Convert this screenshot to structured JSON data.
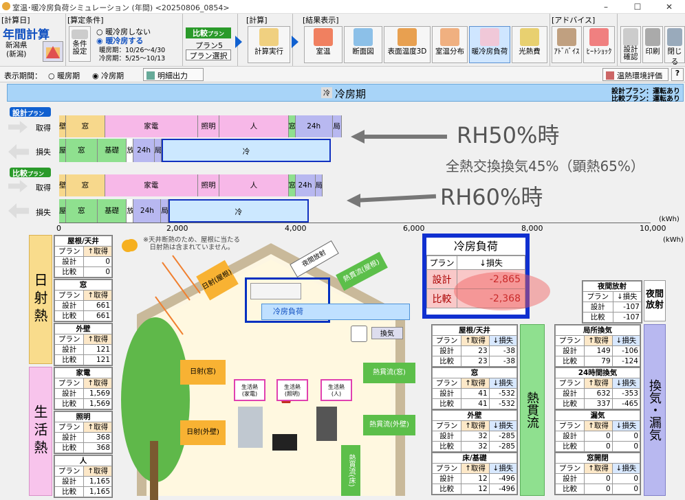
{
  "window": {
    "title": "室温･暖冷房負荷シミュレーション (年間) <20250806_0854>",
    "minimize": "–",
    "maximize": "☐",
    "close": "✕"
  },
  "ribbon": {
    "calc_day": {
      "caption": "[計算日]",
      "title": "年間計算",
      "region": "新潟県\n(新潟)"
    },
    "conditions": {
      "caption": "[算定条件]",
      "button": "条件\n設定",
      "radio1": "暖冷房しない",
      "radio2": "暖冷房する",
      "heat_period": "暖房期：10/26～4/30",
      "cool_period": "冷房期：5/25～10/13"
    },
    "compare": {
      "button": "比較",
      "sub": "プラン",
      "plan": "プラン5",
      "select": "プラン選択"
    },
    "calc": {
      "caption": "[計算]",
      "button": "計算実行"
    },
    "results": {
      "caption": "[結果表示]",
      "buttons": [
        "室温",
        "断面図",
        "表面温度3D",
        "室温分布",
        "暖冷房負荷",
        "光熱費"
      ]
    },
    "advice": {
      "caption": "[アドバイス]",
      "buttons": [
        "ｱﾄﾞﾊﾞｲｽ",
        "ﾋｰﾄｼｮｯｸ"
      ]
    },
    "other": {
      "buttons": [
        "設計\n確認",
        "印刷",
        "閉じる"
      ]
    }
  },
  "toolbar": {
    "period_label": "表示期間：",
    "opt1": "暖房期",
    "opt2": "冷房期",
    "export": "明細出力",
    "thermal_eval": "温熱環境評価",
    "help": "?"
  },
  "banner": {
    "title": "冷房期",
    "right1": "設計プラン：運転あり",
    "right2": "比較プラン：運転あり",
    "fan": "冷"
  },
  "bars": {
    "design_tag": "設計",
    "compare_tag": "比較",
    "plan_sub": "プラン",
    "gain": "取得",
    "loss": "損失",
    "axis": [
      "0",
      "2,000",
      "4,000",
      "6,000",
      "8,000",
      "10,000"
    ],
    "unit": "(kWh)",
    "design_gain": [
      {
        "label": "壁",
        "v": 40,
        "c": "#f7d88c"
      },
      {
        "label": "窓",
        "v": 660,
        "c": "#f7d88c"
      },
      {
        "label": "家電",
        "v": 1569,
        "c": "#f7b8e8"
      },
      {
        "label": "照明",
        "v": 368,
        "c": "#f7b8e8"
      },
      {
        "label": "人",
        "v": 1165,
        "c": "#f7b8e8"
      },
      {
        "label": "窓",
        "v": 41,
        "c": "#8fe08f"
      },
      {
        "label": "24h",
        "v": 632,
        "c": "#b8b8f0"
      },
      {
        "label": "局",
        "v": 149,
        "c": "#b8b8f0"
      }
    ],
    "design_loss": [
      {
        "label": "屋",
        "v": 50,
        "c": "#8fe08f"
      },
      {
        "label": "窓",
        "v": 532,
        "c": "#8fe08f"
      },
      {
        "label": "基礎",
        "v": 496,
        "c": "#8fe08f"
      },
      {
        "label": "放",
        "v": 107,
        "c": "#fff"
      },
      {
        "label": "24h",
        "v": 353,
        "c": "#b8b8f0"
      },
      {
        "label": "局",
        "v": 106,
        "c": "#b8b8f0"
      },
      {
        "label": "冷",
        "v": 2865,
        "c": "#cce8ff"
      }
    ],
    "compare_gain": [
      {
        "label": "壁",
        "v": 40,
        "c": "#f7d88c"
      },
      {
        "label": "窓",
        "v": 660,
        "c": "#f7d88c"
      },
      {
        "label": "家電",
        "v": 1569,
        "c": "#f7b8e8"
      },
      {
        "label": "照明",
        "v": 368,
        "c": "#f7b8e8"
      },
      {
        "label": "人",
        "v": 1165,
        "c": "#f7b8e8"
      },
      {
        "label": "窓",
        "v": 41,
        "c": "#8fe08f"
      },
      {
        "label": "24h",
        "v": 337,
        "c": "#b8b8f0"
      },
      {
        "label": "局",
        "v": 79,
        "c": "#b8b8f0"
      }
    ],
    "compare_loss": [
      {
        "label": "屋",
        "v": 50,
        "c": "#8fe08f"
      },
      {
        "label": "窓",
        "v": 532,
        "c": "#8fe08f"
      },
      {
        "label": "基礎",
        "v": 496,
        "c": "#8fe08f"
      },
      {
        "label": "放",
        "v": 107,
        "c": "#fff"
      },
      {
        "label": "24h",
        "v": 465,
        "c": "#b8b8f0"
      },
      {
        "label": "局",
        "v": 124,
        "c": "#b8b8f0"
      },
      {
        "label": "冷",
        "v": 2368,
        "c": "#cce8ff"
      }
    ]
  },
  "annotations": {
    "rh50": "RH50%時",
    "rh60": "RH60%時",
    "hrv": "全熱交換換気45%（顕熱65%）"
  },
  "solar": {
    "side": "日射熱",
    "note": "※天井断熱のため、屋根に当たる\n　日射熱は含まれていません。"
  },
  "life": {
    "side": "生活熱"
  },
  "headers": {
    "plan": "プラン",
    "gain": "↑取得",
    "loss": "↓損失",
    "design": "設計",
    "compare": "比較"
  },
  "tables_left": [
    {
      "name": "屋根/天井",
      "d": "0",
      "c": "0"
    },
    {
      "name": "窓",
      "d": "661",
      "c": "661"
    },
    {
      "name": "外壁",
      "d": "121",
      "c": "121"
    }
  ],
  "tables_life": [
    {
      "name": "家電",
      "d": "1,569",
      "c": "1,569"
    },
    {
      "name": "照明",
      "d": "368",
      "c": "368"
    },
    {
      "name": "人",
      "d": "1,165",
      "c": "1,165"
    }
  ],
  "cooling": {
    "title": "冷房負荷",
    "loss": "↓損失",
    "design": "-2,865",
    "compare": "-2,368"
  },
  "night": {
    "title": "夜間放射",
    "d": "-107",
    "c": "-107",
    "side": "夜間\n放射"
  },
  "thermal": {
    "side": "熱貫流",
    "rows": [
      {
        "name": "屋根/天井",
        "dg": "23",
        "dl": "-38",
        "cg": "23",
        "cl": "-38"
      },
      {
        "name": "窓",
        "dg": "41",
        "dl": "-532",
        "cg": "41",
        "cl": "-532"
      },
      {
        "name": "外壁",
        "dg": "32",
        "dl": "-285",
        "cg": "32",
        "cl": "-285"
      },
      {
        "name": "床/基礎",
        "dg": "12",
        "dl": "-496",
        "cg": "12",
        "cl": "-496"
      }
    ]
  },
  "vent": {
    "side": "換気・漏気",
    "rows": [
      {
        "name": "局所換気",
        "dg": "149",
        "dl": "-106",
        "cg": "79",
        "cl": "-124"
      },
      {
        "name": "24時間換気",
        "dg": "632",
        "dl": "-353",
        "cg": "337",
        "cl": "-465"
      },
      {
        "name": "漏気",
        "dg": "0",
        "dl": "0",
        "cg": "0",
        "cl": "0"
      },
      {
        "name": "窓開閉",
        "dg": "0",
        "dl": "0",
        "cg": "0",
        "cl": "0"
      }
    ]
  },
  "house": {
    "night_rad": "夜間放射",
    "roof_sun": "日射(屋根)",
    "cool_load": "冷房負荷",
    "vent": "換気",
    "win_sun": "日射(窓)",
    "wall_sun": "日射(外壁)",
    "roof_flow": "熱貫流(屋根)",
    "win_flow": "熱貫流(窓)",
    "wall_flow": "熱貫流(外壁)",
    "floor_flow": "熱貫流(床)",
    "life_app": "生活熱\n(家電)",
    "life_light": "生活熱\n(照明)",
    "life_person": "生活熱\n(人)"
  }
}
